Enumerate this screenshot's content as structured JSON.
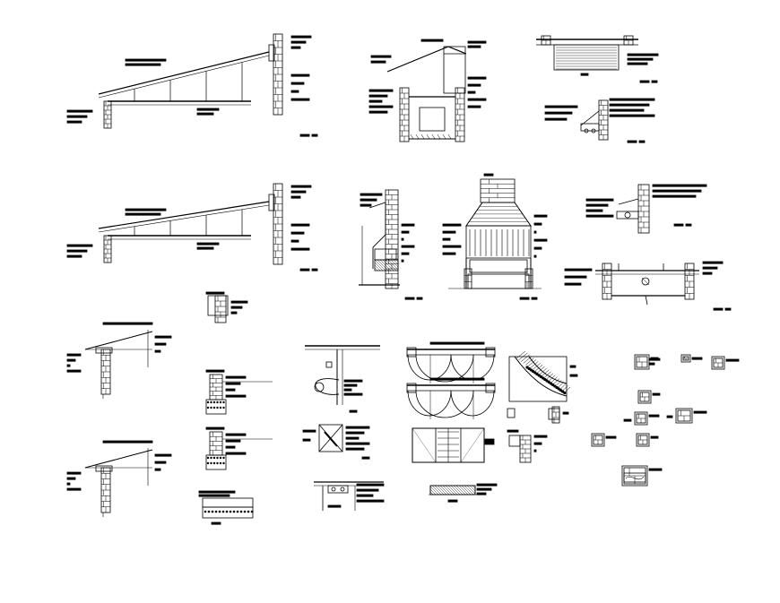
{
  "drawing": {
    "background": "#ffffff",
    "ink": "#000000",
    "details": [
      {
        "id": "roof-section-1",
        "kind": "sloped-roof-section"
      },
      {
        "id": "roof-section-2",
        "kind": "sloped-roof-section"
      },
      {
        "id": "eave-section-upper",
        "kind": "eave-detail"
      },
      {
        "id": "eave-section-lower",
        "kind": "eave-detail"
      },
      {
        "id": "wall-small-detail",
        "kind": "wall-detail"
      },
      {
        "id": "footing-detail-1",
        "kind": "footing-detail"
      },
      {
        "id": "footing-detail-2",
        "kind": "footing-detail"
      },
      {
        "id": "slab-detail",
        "kind": "slab-detail"
      },
      {
        "id": "shed-section",
        "kind": "shed-section"
      },
      {
        "id": "ceiling-detail-top",
        "kind": "ceiling-detail"
      },
      {
        "id": "ceiling-detail-bottom",
        "kind": "ceiling-detail"
      },
      {
        "id": "chimney-section",
        "kind": "fireplace-section"
      },
      {
        "id": "fireplace-elevation",
        "kind": "fireplace-elevation"
      },
      {
        "id": "wall-roof-junction",
        "kind": "junction-detail"
      },
      {
        "id": "beam-section",
        "kind": "beam-detail"
      },
      {
        "id": "pipe-detail",
        "kind": "plumbing-detail"
      },
      {
        "id": "anchor-detail",
        "kind": "connection-detail"
      },
      {
        "id": "lintel-detail",
        "kind": "lintel-detail"
      },
      {
        "id": "door-swing-plan-1",
        "kind": "door-plan"
      },
      {
        "id": "door-swing-plan-2",
        "kind": "door-plan"
      },
      {
        "id": "door-elevation",
        "kind": "door-elevation"
      },
      {
        "id": "threshold-detail",
        "kind": "threshold-detail"
      },
      {
        "id": "hatched-curve-detail",
        "kind": "curved-wall-detail"
      },
      {
        "id": "jamb-detail",
        "kind": "jamb-detail"
      },
      {
        "id": "small-sections-cluster",
        "kind": "small-details"
      }
    ]
  }
}
